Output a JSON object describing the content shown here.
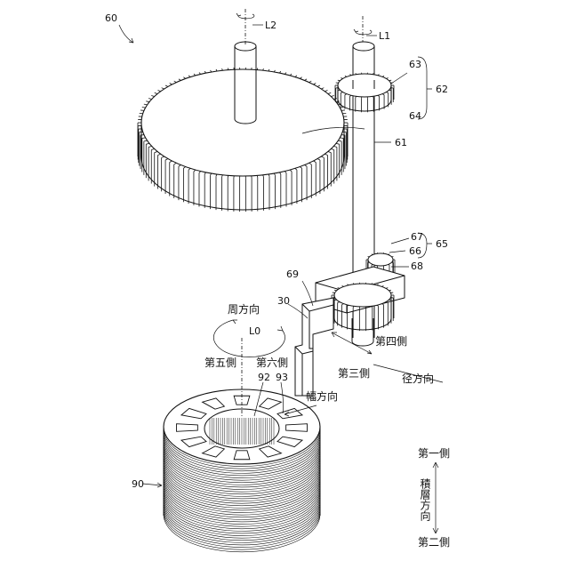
{
  "figure": {
    "assembly_label": "60",
    "axis_labels": {
      "l2": "L2",
      "l1": "L1",
      "l0": "L0"
    },
    "part_labels": {
      "p63": "63",
      "p62": "62",
      "p64": "64",
      "p61": "61",
      "p67": "67",
      "p66": "66",
      "p65": "65",
      "p68": "68",
      "p69": "69",
      "p30": "30",
      "p92": "92",
      "p93": "93",
      "p90": "90"
    },
    "direction_labels": {
      "circumferential": "周方向",
      "fifth_side": "第五側",
      "sixth_side": "第六側",
      "fourth_side": "第四側",
      "third_side": "第三側",
      "radial": "径方向",
      "width": "幅方向",
      "first_side": "第一側",
      "stacking": "積層方向",
      "second_side": "第二側"
    }
  }
}
